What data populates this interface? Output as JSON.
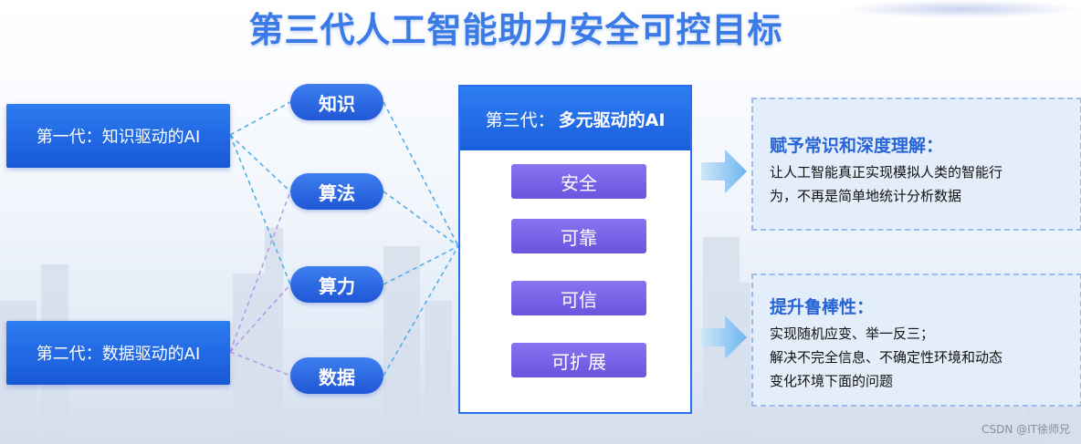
{
  "title": "第三代人工智能助力安全可控目标",
  "gen1": {
    "prefix": "第一代：",
    "name": "知识驱动的AI"
  },
  "gen2": {
    "prefix": "第二代：",
    "name": "数据驱动的AI"
  },
  "factors": [
    "知识",
    "算法",
    "算力",
    "数据"
  ],
  "gen3": {
    "prefix": "第三代：",
    "name": "多元驱动的AI",
    "attributes": [
      "安全",
      "可靠",
      "可信",
      "可扩展"
    ]
  },
  "descriptions": [
    {
      "heading": "赋予常识和深度理解：",
      "lines": [
        "让人工智能真正实现模拟人类的智能行",
        "为，不再是简单地统计分析数据"
      ]
    },
    {
      "heading": "提升鲁棒性：",
      "lines": [
        "实现随机应变、举一反三；",
        "解决不完全信息、不确定性环境和动态",
        "变化环境下面的问题"
      ]
    }
  ],
  "watermark": "CSDN @IT徐师兄",
  "colors": {
    "primary": "#1a5fdc",
    "attribute": "#6a54de",
    "line_blue": "#55aee6",
    "line_purple": "#b49be6"
  }
}
